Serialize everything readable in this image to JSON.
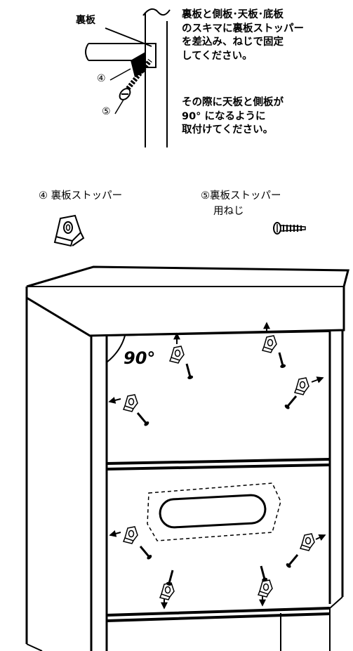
{
  "detail": {
    "label_back_panel": "裏板",
    "marker_4": "④",
    "marker_5": "⑤"
  },
  "instructions": {
    "step1": "裏板と側板･天板･底板\nのスキマに裏板ストッパー\nを差込み、ねじで固定\nしてください。",
    "step2": "その際に天板と側板が\n90° になるように\n取付けてください。"
  },
  "parts": {
    "stopper_label": "④ 裏板ストッパー",
    "screw_label_line1": "⑤裏板ストッパー",
    "screw_label_line2": "用ねじ"
  },
  "cabinet": {
    "angle_label": "90°"
  },
  "colors": {
    "line": "#000000",
    "background": "#ffffff"
  },
  "icons": [
    "screw-icon",
    "stopper-bracket-icon",
    "arrow-icon"
  ]
}
